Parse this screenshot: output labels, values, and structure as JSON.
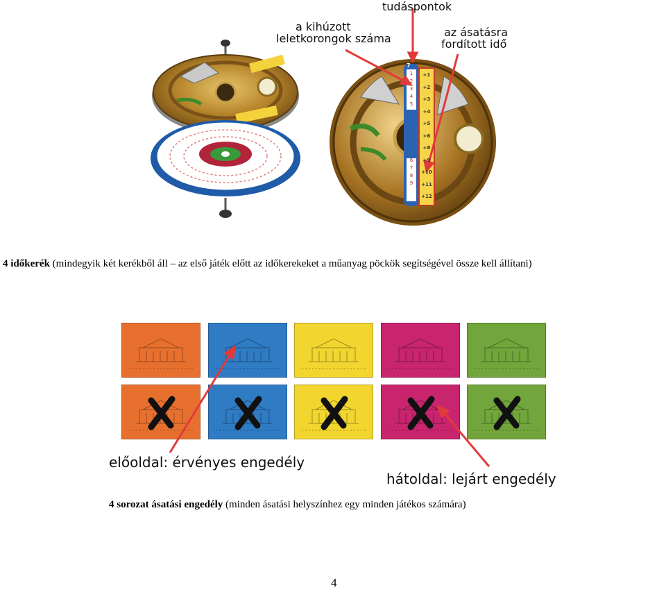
{
  "figure1": {
    "labels": {
      "drawn_disc_count_line1": "a kihúzott",
      "drawn_disc_count_line2": "leletkorongok száma",
      "knowledge_points": "tudáspontok",
      "excavation_time_line1": "az ásatásra",
      "excavation_time_line2": "fordított idő"
    },
    "scale_left": [
      "1",
      "2",
      "3",
      "4",
      "5",
      "6",
      "7",
      "8",
      "9"
    ],
    "scale_right": [
      "+1",
      "+2",
      "+3",
      "+4",
      "+5",
      "+6",
      "+8",
      "+9",
      "+10",
      "+11",
      "+12"
    ],
    "scale_top": "7",
    "caption": {
      "bold": "4 időkerék",
      "rest": " (mindegyik két kerékből áll – az első játék előtt az időkerekeket a műanyag pöckök segítségével össze kell állítani)"
    }
  },
  "figure2": {
    "front_label": "előoldal: érvényes engedély",
    "back_label": "hátoldal: lejárt engedély",
    "colors": {
      "orange": "#e8702f",
      "blue": "#2f7bc4",
      "yellow": "#f2d52e",
      "magenta": "#c8256e",
      "green": "#72a53b"
    },
    "caption": {
      "bold": "4 sorozat ásatási engedély",
      "rest": " (minden ásatási helyszínhez egy minden játékos számára)"
    }
  },
  "page_number": "4"
}
